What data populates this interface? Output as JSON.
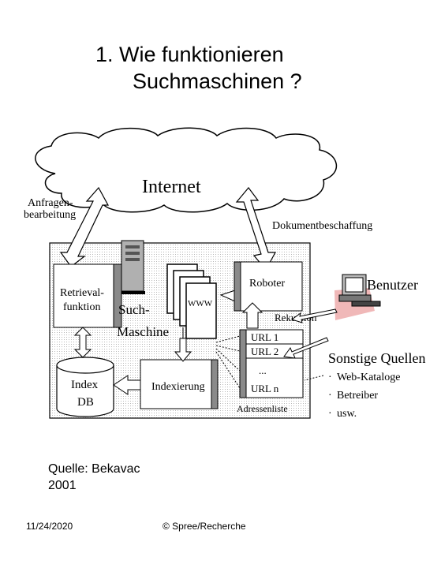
{
  "slide": {
    "title_line1": "1. Wie funktionieren",
    "title_line2": "Suchmaschinen ?",
    "source_line1": "Quelle: Bekavac",
    "source_line2": "2001",
    "footer_date": "11/24/2020",
    "footer_copy": "© Spree/Recherche"
  },
  "diagram": {
    "internet": "Internet",
    "anfragen_line1": "Anfragen-",
    "anfragen_line2": "bearbeitung",
    "dokumentbeschaffung": "Dokumentbeschaffung",
    "retrieval_line1": "Retrieval-",
    "retrieval_line2": "funktion",
    "such_line1": "Such-",
    "such_line2": "Maschine",
    "www": "WWW",
    "roboter": "Roboter",
    "rekursion": "Rekursion",
    "benutzer": "Benutzer",
    "url1": "URL 1",
    "url2": "URL 2",
    "url_dots": "...",
    "urln": "URL n",
    "adressenliste": "Adressenliste",
    "index_line1": "Index",
    "index_line2": "DB",
    "indexierung": "Indexierung",
    "sonstige": "Sonstige Quellen:",
    "quellen": [
      "Web-Kataloge",
      "Betreiber",
      "usw."
    ],
    "bullet": "·"
  }
}
